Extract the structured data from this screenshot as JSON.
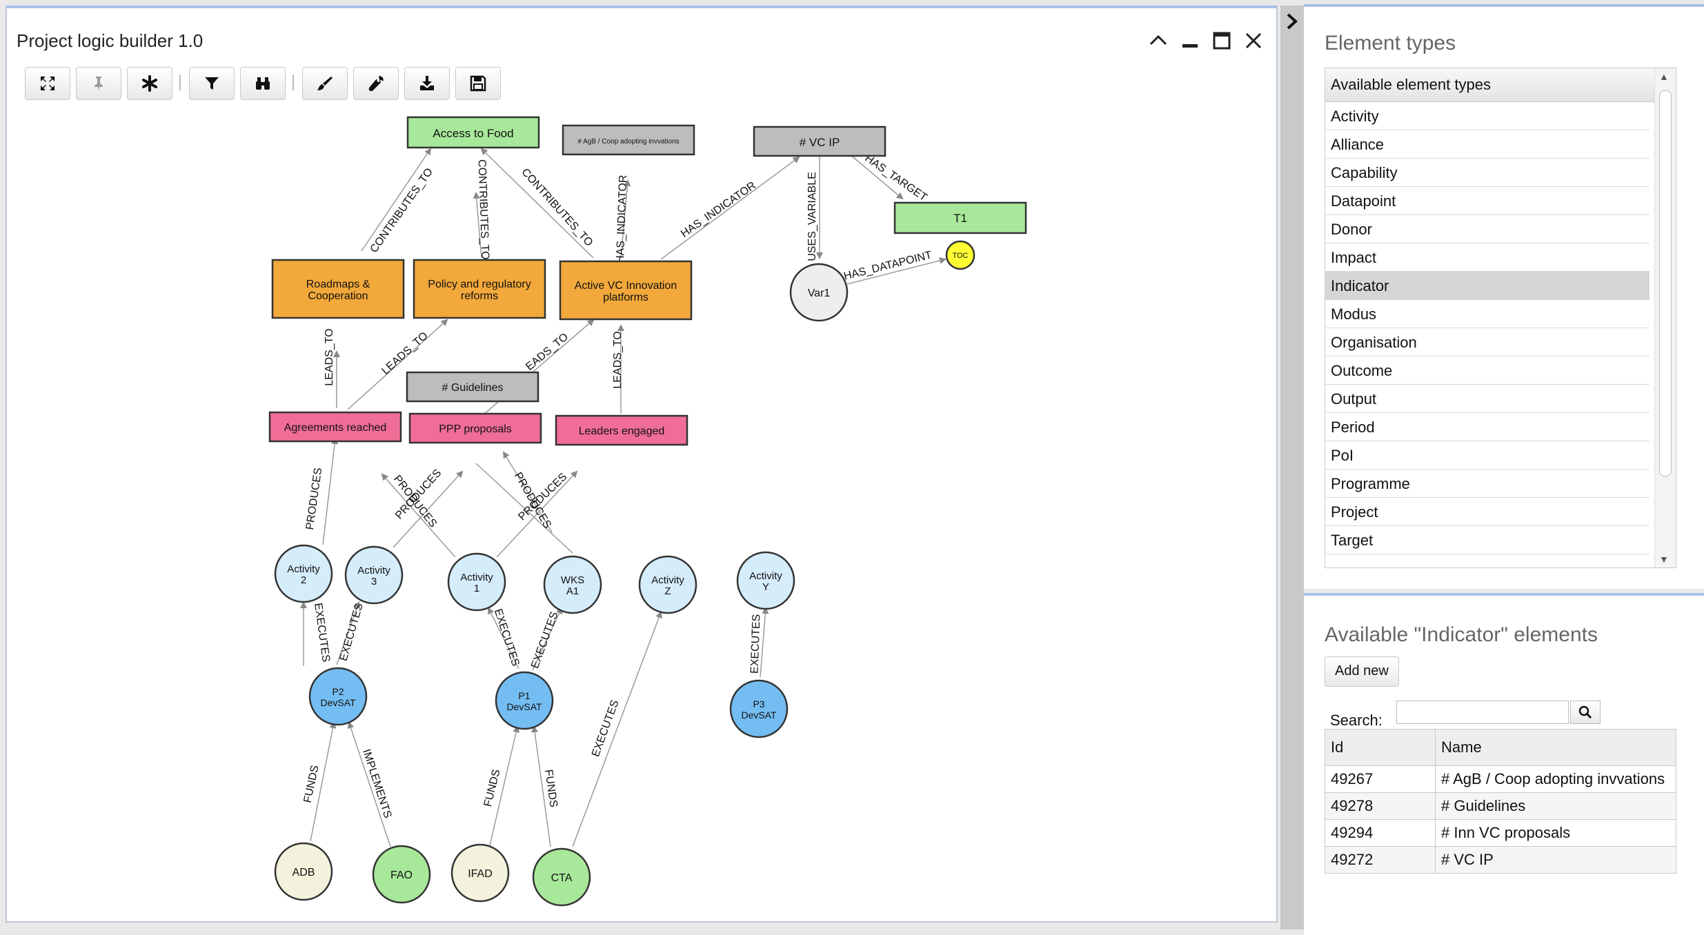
{
  "app": {
    "title": "Project logic builder 1.0"
  },
  "window_controls": {
    "collapse": "^",
    "minimize": "—",
    "maximize": "☐",
    "close": "✕"
  },
  "toolbar": {
    "buttons": [
      {
        "icon": "fullscreen-icon"
      },
      {
        "icon": "pin-icon"
      },
      {
        "icon": "asterisk-icon"
      },
      {
        "icon": "filter-icon"
      },
      {
        "icon": "binoculars-icon"
      },
      {
        "icon": "brush-icon"
      },
      {
        "icon": "wrench-icon"
      },
      {
        "icon": "download-icon"
      },
      {
        "icon": "save-icon"
      }
    ]
  },
  "graph": {
    "nodes": {
      "access_to_food": "Access to Food",
      "agb_coop": "# AgB / Coop adopting invvations",
      "vc_ip": "# VC IP",
      "t1": "T1",
      "roadmaps": [
        "Roadmaps &",
        "Cooperation"
      ],
      "policy": [
        "Policy and regulatory",
        "reforms"
      ],
      "active_vc": [
        "Active VC Innovation",
        "platforms"
      ],
      "var1": "Var1",
      "toc": "TOC",
      "guidelines": "# Guidelines",
      "agreements": "Agreements reached",
      "ppp": "PPP proposals",
      "leaders": "Leaders engaged",
      "activity2": [
        "Activity",
        "2"
      ],
      "activity3": [
        "Activity",
        "3"
      ],
      "activity1": [
        "Activity",
        "1"
      ],
      "wks_a1": [
        "WKS",
        "A1"
      ],
      "activity_z": [
        "Activity",
        "Z"
      ],
      "activity_y": [
        "Activity",
        "Y"
      ],
      "p2": [
        "P2",
        "DevSAT"
      ],
      "p1": [
        "P1",
        "DevSAT"
      ],
      "p3": [
        "P3",
        "DevSAT"
      ],
      "adb": "ADB",
      "fao": "FAO",
      "ifad": "IFAD",
      "cta": "CTA"
    },
    "edge_labels": {
      "contributes_to": "CONTRIBUTES_TO",
      "has_indicator": "HAS_INDICATOR",
      "has_target": "HAS_TARGET",
      "uses_variable": "USES_VARIABLE",
      "has_datapoint": "HAS_DATAPOINT",
      "leads_to": "LEADS_TO",
      "leads_to_partial": "EADS_TO",
      "produces": "PRODUCES",
      "executes": "EXECUTES",
      "funds": "FUNDS",
      "implements": "IMPLEMENTS"
    },
    "colors": {
      "green_box": "#a8e89a",
      "gray_box": "#bdbdbd",
      "orange_box": "#f2a83a",
      "pink_box": "#ef6d96",
      "activity": "#d5ecfb",
      "programme": "#74bdf2",
      "donor": "#f4f2dc",
      "org": "#a8e89a",
      "var": "#eeeeee",
      "toc": "#ffff33"
    }
  },
  "element_types": {
    "title": "Element types",
    "header": "Available element types",
    "items": [
      "Activity",
      "Alliance",
      "Capability",
      "Datapoint",
      "Donor",
      "Impact",
      "Indicator",
      "Modus",
      "Organisation",
      "Outcome",
      "Output",
      "Period",
      "PoI",
      "Programme",
      "Project",
      "Target"
    ],
    "selected": "Indicator"
  },
  "indicator_panel": {
    "title": "Available \"Indicator\" elements",
    "add_button": "Add new",
    "search_label": "Search:",
    "search_value": "",
    "columns": [
      "Id",
      "Name"
    ],
    "rows": [
      {
        "id": "49267",
        "name": "# AgB / Coop adopting invvations"
      },
      {
        "id": "49278",
        "name": "# Guidelines"
      },
      {
        "id": "49294",
        "name": "# Inn VC proposals"
      },
      {
        "id": "49272",
        "name": "# VC IP"
      }
    ]
  }
}
